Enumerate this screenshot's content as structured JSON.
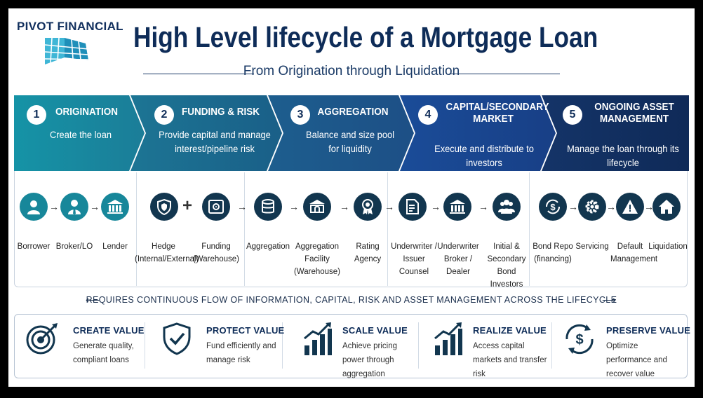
{
  "brand": {
    "name": "PIVOT FINANCIAL"
  },
  "title": "High Level lifecycle of a Mortgage Loan",
  "subtitle": "From Origination through Liquidation",
  "colors": {
    "teal": "#17879a",
    "navy": "#0e2c58",
    "blue": "#1c4f9c",
    "icon": "#12364f",
    "text": "#222222"
  },
  "stages": [
    {
      "num": "1",
      "title": "ORIGINATION",
      "desc": "Create the loan"
    },
    {
      "num": "2",
      "title": "FUNDING & RISK",
      "desc": "Provide capital and manage interest/pipeline risk"
    },
    {
      "num": "3",
      "title": "AGGREGATION",
      "desc": "Balance and size pool for liquidity"
    },
    {
      "num": "4",
      "title": "CAPITAL/SECONDARY MARKET",
      "desc": "Execute and distribute to investors"
    },
    {
      "num": "5",
      "title": "ONGOING ASSET MANAGEMENT",
      "desc": "Manage the loan through its lifecycle"
    }
  ],
  "actors": [
    {
      "label": "Borrower",
      "icon": "person-icon"
    },
    {
      "label": "Broker/LO",
      "icon": "broker-icon"
    },
    {
      "label": "Lender",
      "icon": "bank-icon"
    },
    {
      "label": "Hedge (Internal/External)",
      "icon": "shield-icon"
    },
    {
      "label": "Funding (Warehouse)",
      "icon": "safe-icon"
    },
    {
      "label": "Aggregation",
      "icon": "database-icon"
    },
    {
      "label": "Aggregation Facility (Warehouse)",
      "icon": "vault-icon"
    },
    {
      "label": "Rating Agency",
      "icon": "award-icon"
    },
    {
      "label": "Underwriter / Issuer Counsel",
      "icon": "document-icon"
    },
    {
      "label": "Underwriter Broker / Dealer",
      "icon": "bank-icon"
    },
    {
      "label": "Initial & Secondary Bond Investors",
      "icon": "group-icon"
    },
    {
      "label": "Bond Repo (financing)",
      "icon": "dollar-cycle-icon"
    },
    {
      "label": "Servicing",
      "icon": "gear-icon"
    },
    {
      "label": "Default Management",
      "icon": "alert-icon"
    },
    {
      "label": "Liquidation",
      "icon": "house-icon"
    }
  ],
  "plus_sign": "+",
  "flow_text": "REQUIRES CONTINUOUS FLOW OF INFORMATION, CAPITAL, RISK AND ASSET MANAGEMENT ACROSS THE LIFECYCLE",
  "values": [
    {
      "title": "CREATE VALUE",
      "desc": "Generate quality, compliant loans",
      "icon": "target-icon"
    },
    {
      "title": "PROTECT VALUE",
      "desc": "Fund efficiently and manage risk",
      "icon": "shield-check-icon"
    },
    {
      "title": "SCALE VALUE",
      "desc": "Achieve pricing power through aggregation",
      "icon": "growth-chart-icon"
    },
    {
      "title": "REALIZE VALUE",
      "desc": "Access capital markets and transfer risk",
      "icon": "growth-chart-icon"
    },
    {
      "title": "PRESERVE VALUE",
      "desc": "Optimize performance and recover value",
      "icon": "dollar-cycle-icon"
    }
  ]
}
